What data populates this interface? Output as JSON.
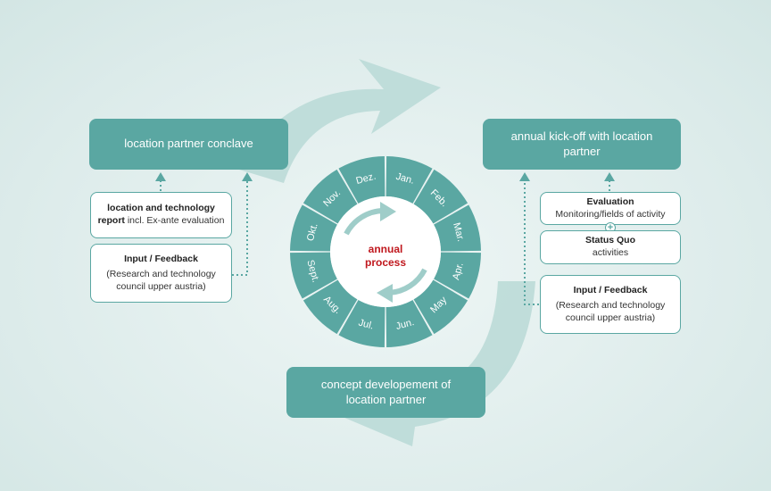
{
  "colors": {
    "teal": "#5aa7a2",
    "accent_red": "#c0181e",
    "background": "#dcebea"
  },
  "boxes": {
    "conclave": "location partner conclave",
    "kickoff": "annual kick-off with location partner",
    "concept": "concept developement of location partner"
  },
  "left_notes": {
    "report_bold": "location and technology report",
    "report_rest": " incl. Ex-ante evaluation",
    "input_title": "Input / Feedback",
    "input_text": "(Research and technology council upper austria)"
  },
  "right_notes": {
    "evaluation_title": "Evaluation",
    "evaluation_text": "Monitoring/fields of activity",
    "status_title": "Status Quo",
    "status_text": "activities",
    "input_title": "Input / Feedback",
    "input_text": "(Research and technology council upper austria)"
  },
  "center_label": "annual process",
  "months": [
    "Jan.",
    "Feb.",
    "Mar.",
    "Apr.",
    "May",
    "Jun.",
    "Jul.",
    "Aug.",
    "Sept.",
    "Okt.",
    "Nov.",
    "Dez."
  ]
}
